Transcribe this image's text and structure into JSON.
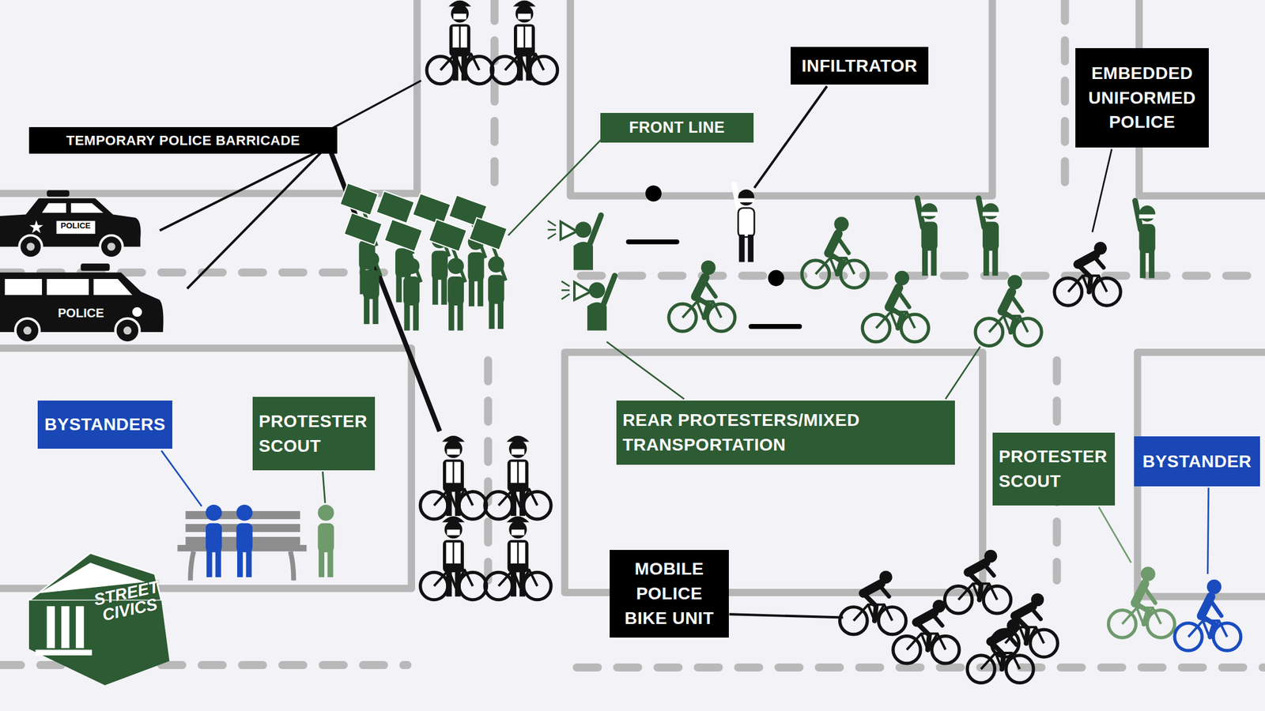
{
  "diagram": {
    "nodes": [
      {
        "text": [
          "TEMPORARY POLICE BARRICADE"
        ]
      },
      {
        "text": [
          "FRONT LINE"
        ]
      },
      {
        "text": [
          "INFILTRATOR"
        ]
      },
      {
        "text": [
          "EMBEDDED UNIFORMED POLICE"
        ]
      },
      {
        "text": [
          "BYSTANDERS"
        ]
      },
      {
        "text": [
          "PROTESTER SCOUT"
        ]
      },
      {
        "text": [
          "REAR PROTESTERS/MIXED TRANSPORTATION"
        ]
      },
      {
        "text": [
          "PROTESTER SCOUT"
        ]
      },
      {
        "text": [
          "BYSTANDER"
        ]
      },
      {
        "text": [
          "MOBILE POLICE BIKE UNIT"
        ]
      }
    ],
    "labels": [
      "POLICE",
      "POLICE",
      "STREET CIVICS"
    ]
  }
}
